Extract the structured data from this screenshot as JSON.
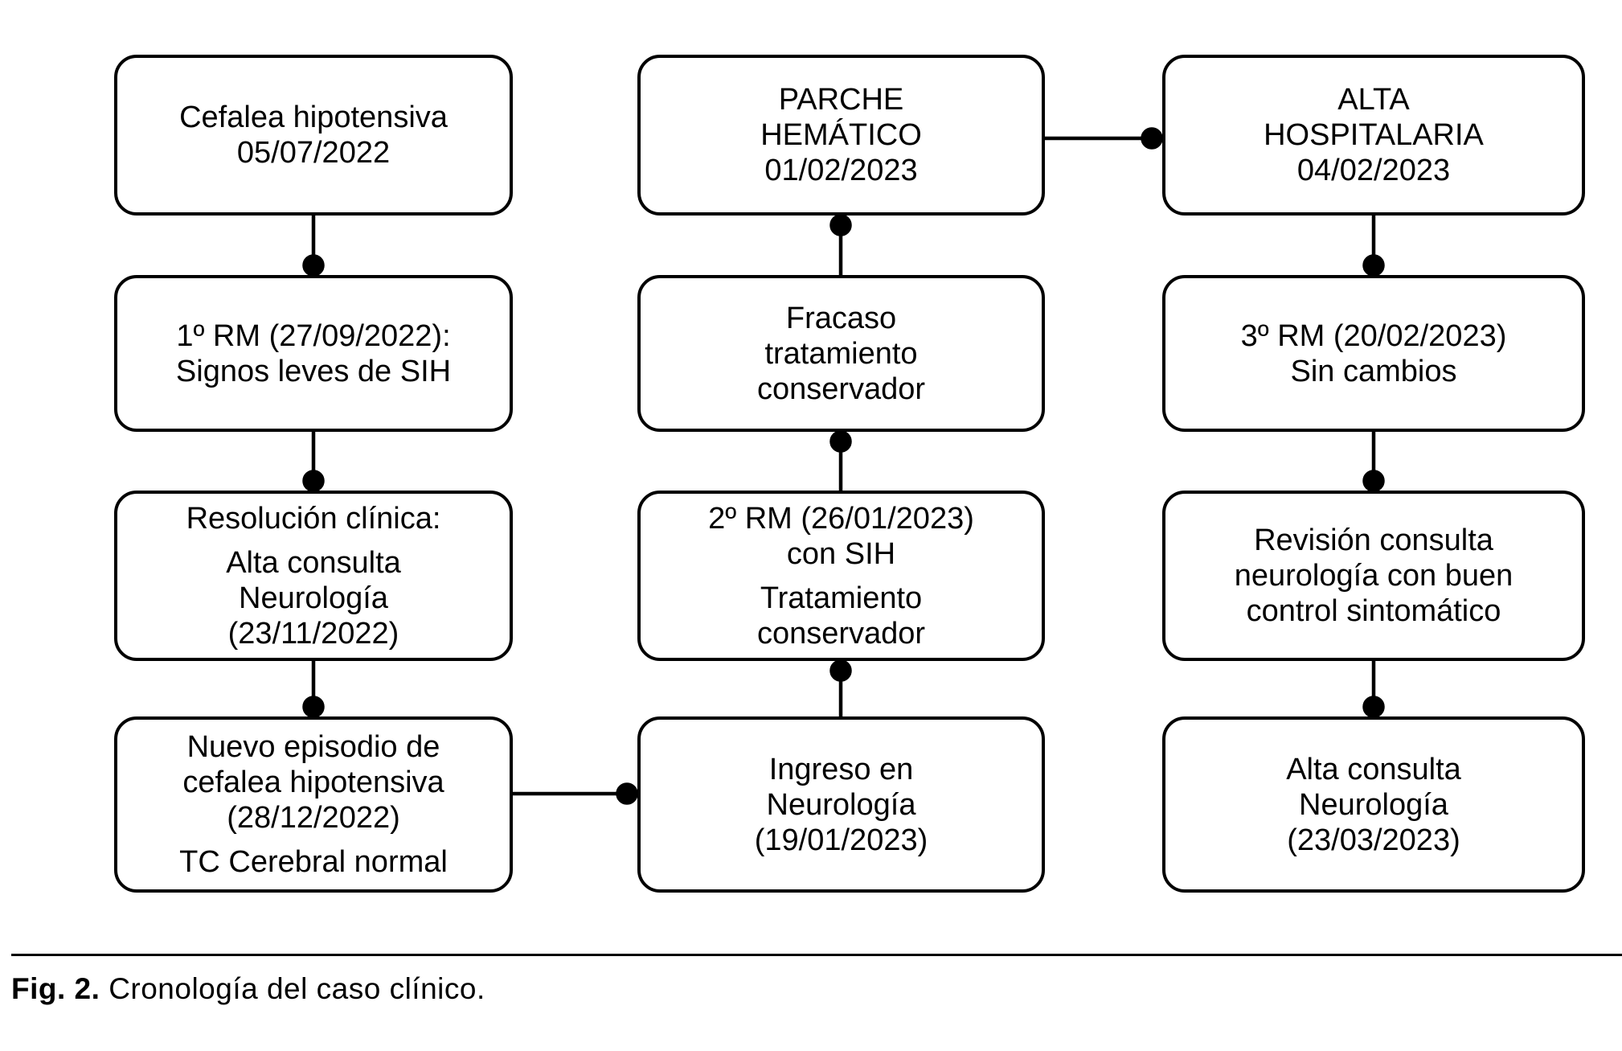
{
  "figure": {
    "caption": {
      "label": "Fig. 2.",
      "text": "Cronología del caso clínico."
    },
    "colors": {
      "line": "#000000",
      "box_border": "#000000",
      "background": "#ffffff",
      "text": "#000000"
    },
    "boxes": {
      "c1r1": {
        "p1": [
          "Cefalea hipotensiva",
          "05/07/2022"
        ]
      },
      "c1r2": {
        "p1": [
          "1º RM (27/09/2022):",
          "Signos leves de SIH"
        ]
      },
      "c1r3": {
        "p1": [
          "Resolución clínica:"
        ],
        "p2": [
          "Alta consulta",
          "Neurología",
          "(23/11/2022)"
        ]
      },
      "c1r4": {
        "p1": [
          "Nuevo episodio de",
          "cefalea hipotensiva",
          "(28/12/2022)"
        ],
        "p2": [
          "TC Cerebral normal"
        ]
      },
      "c2r1": {
        "p1": [
          "PARCHE",
          "HEMÁTICO",
          "01/02/2023"
        ]
      },
      "c2r2": {
        "p1": [
          "Fracaso",
          "tratamiento",
          "conservador"
        ]
      },
      "c2r3": {
        "p1": [
          "2º RM (26/01/2023)",
          "con SIH"
        ],
        "p2": [
          "Tratamiento",
          "conservador"
        ]
      },
      "c2r4": {
        "p1": [
          "Ingreso en",
          "Neurología",
          "(19/01/2023)"
        ]
      },
      "c3r1": {
        "p1": [
          "ALTA",
          "HOSPITALARIA",
          "04/02/2023"
        ]
      },
      "c3r2": {
        "p1": [
          "3º RM (20/02/2023)",
          "Sin cambios"
        ]
      },
      "c3r3": {
        "p1": [
          "Revisión consulta",
          "neurología con buen",
          "control sintomático"
        ]
      },
      "c3r4": {
        "p1": [
          "Alta consulta",
          "Neurología",
          "(23/03/2023)"
        ]
      }
    }
  }
}
